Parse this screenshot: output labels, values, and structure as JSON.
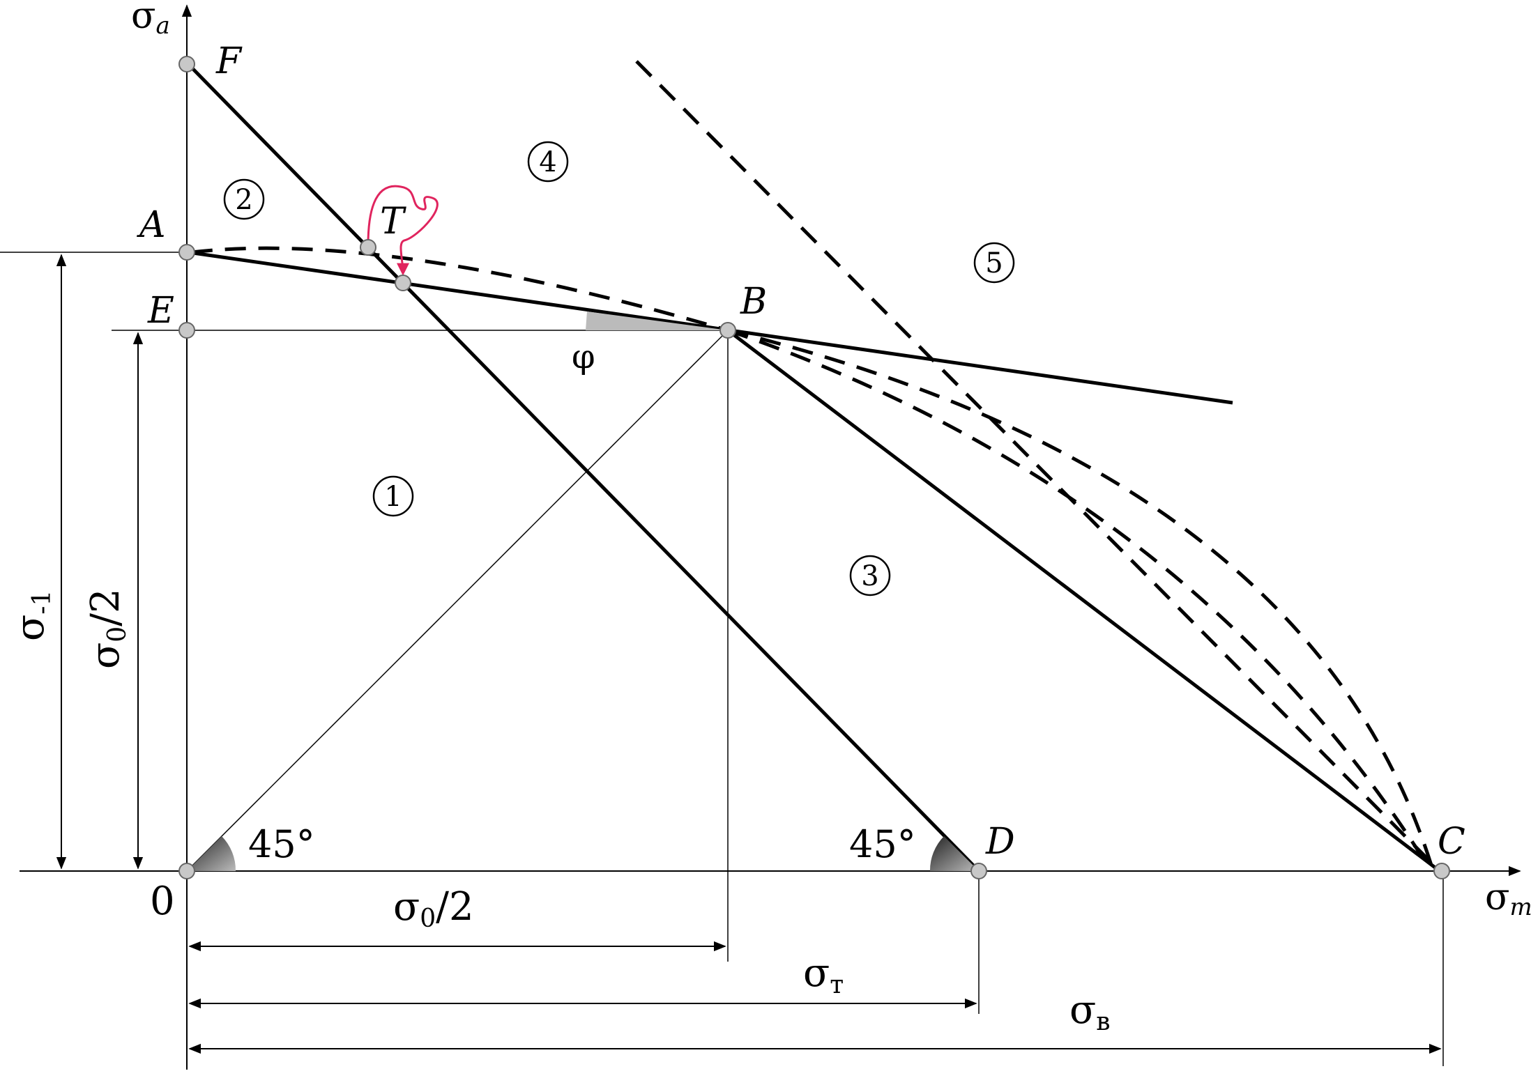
{
  "axes": {
    "y_label": "σ",
    "y_label_sub": "a",
    "x_label": "σ",
    "x_label_sub": "m"
  },
  "points": {
    "F": "F",
    "A": "A",
    "T": "T",
    "E": "E",
    "B": "B",
    "D": "D",
    "C": "C",
    "origin": "0"
  },
  "regions": [
    "1",
    "2",
    "3",
    "4",
    "5"
  ],
  "angles": {
    "origin": "45°",
    "D": "45°",
    "B": "φ"
  },
  "dimensions": {
    "sigma_minus1": {
      "base": "σ",
      "sub": "-1"
    },
    "sigma0_half_vertical": {
      "base": "σ",
      "sub": "0",
      "tail": "/2"
    },
    "sigma0_half_horizontal": {
      "base": "σ",
      "sub": "0",
      "tail": "/2"
    },
    "sigma_t": {
      "base": "σ",
      "sub": "т"
    },
    "sigma_v": {
      "base": "σ",
      "sub": "в"
    }
  },
  "colors": {
    "line": "#000000",
    "highlight": "#e0245e",
    "point_fill": "#c8c8c8",
    "angle_fill": "#666666"
  }
}
